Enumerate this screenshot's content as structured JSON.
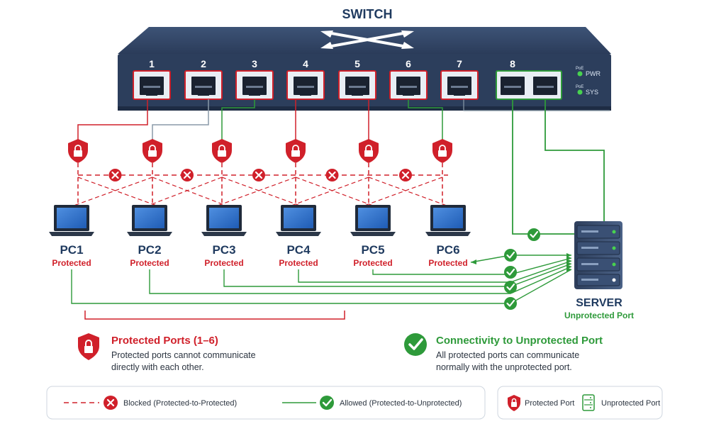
{
  "title": "SWITCH",
  "switch": {
    "ports": [
      "1",
      "2",
      "3",
      "4",
      "5",
      "6",
      "7",
      "8"
    ],
    "leds": [
      "PWR",
      "SYS"
    ]
  },
  "pcs": [
    {
      "name": "PC1",
      "status": "Protected"
    },
    {
      "name": "PC2",
      "status": "Protected"
    },
    {
      "name": "PC3",
      "status": "Protected"
    },
    {
      "name": "PC4",
      "status": "Protected"
    },
    {
      "name": "PC5",
      "status": "Protected"
    },
    {
      "name": "PC6",
      "status": "Protected"
    }
  ],
  "server": {
    "name": "SERVER",
    "status": "Unprotected Port"
  },
  "info": {
    "protected": {
      "heading": "Protected Ports (1–6)",
      "line1": "Protected ports cannot communicate",
      "line2": "directly with each other."
    },
    "unprotected": {
      "heading": "Connectivity to Unprotected Port",
      "line1": "All protected ports can communicate",
      "line2": "normally with the unprotected port."
    }
  },
  "legend": {
    "blocked": "Blocked (Protected-to-Protected)",
    "allowed": "Allowed (Protected-to-Unprotected)",
    "protected_port": "Protected Port",
    "unprotected_port": "Unprotected Port"
  },
  "colors": {
    "protected": "#d0202a",
    "allowed": "#2e9a3a",
    "switch_body": "#2c3e5c"
  }
}
